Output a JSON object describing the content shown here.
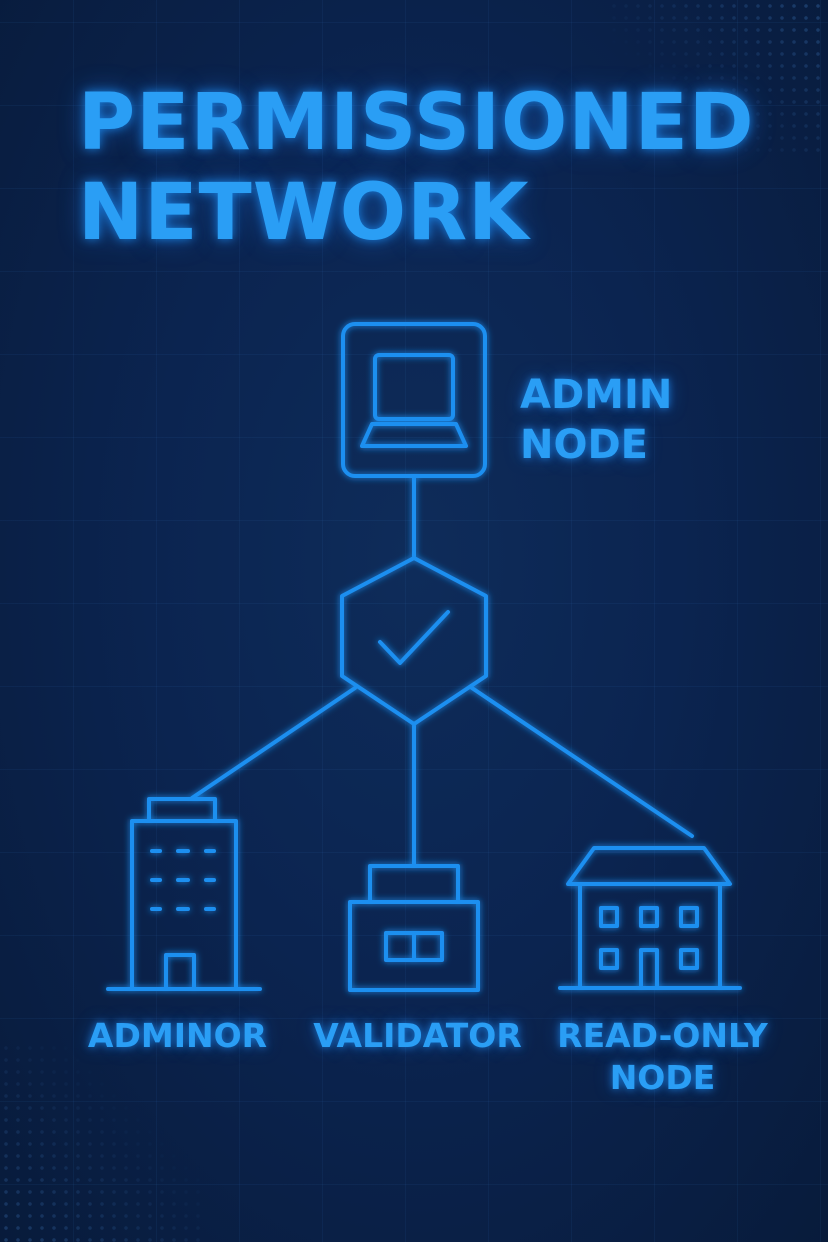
{
  "title": {
    "line1": "PERMISSIONED",
    "line2": "NETWORK"
  },
  "nodes": {
    "admin": {
      "line1": "ADMIN",
      "line2": "NODE",
      "icon": "laptop-icon"
    },
    "gateway": {
      "icon": "shield-check-icon"
    },
    "adminor": {
      "label": "ADMINOR",
      "icon": "office-building-icon"
    },
    "validator": {
      "label": "VALIDATOR",
      "icon": "server-box-icon"
    },
    "readonly": {
      "line1": "READ-ONLY",
      "line2": "NODE",
      "icon": "house-icon"
    }
  },
  "colors": {
    "background": "#0b2450",
    "accent": "#2a9ef5",
    "line": "#1f8ff0"
  }
}
